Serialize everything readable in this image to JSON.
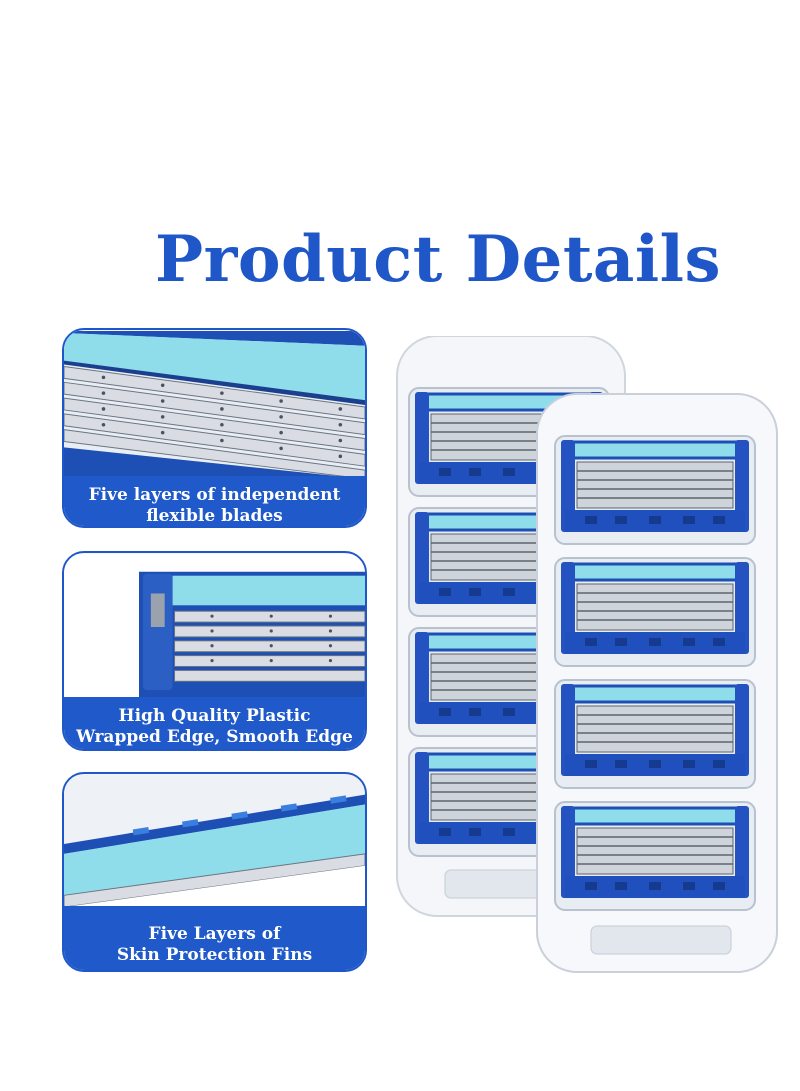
{
  "header": {
    "title": "Product Details"
  },
  "features": [
    {
      "line1": "Five layers of independent",
      "line2": "flexible blades"
    },
    {
      "line1": "High Quality Plastic",
      "line2": "Wrapped Edge, Smooth Edge"
    },
    {
      "line1": "Five Layers of",
      "line2": "Skin Protection Fins"
    }
  ],
  "colors": {
    "brand_blue": "#1f57c8",
    "light_cyan": "#8fdcea",
    "caption_bg": "#2059c9"
  }
}
